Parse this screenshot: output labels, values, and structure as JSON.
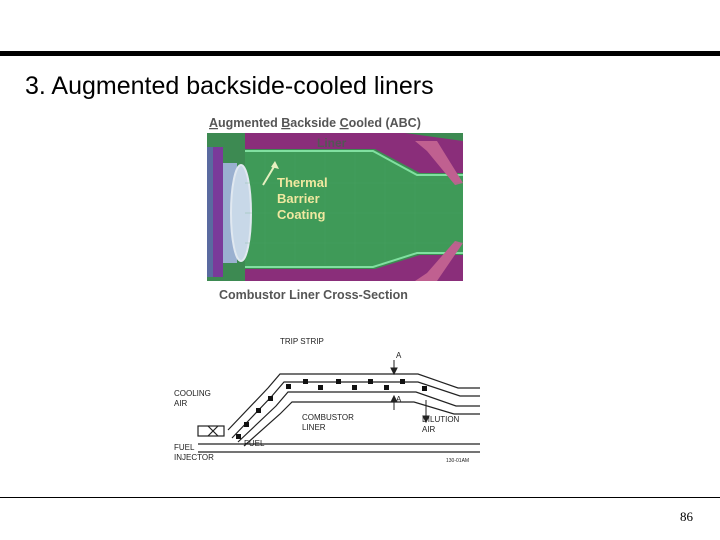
{
  "slide": {
    "title": "3. Augmented backside-cooled liners",
    "page_number": "86"
  },
  "figure_top": {
    "title_prefix_a": "A",
    "title_rest_a": "ugmented ",
    "title_prefix_b": "B",
    "title_rest_b": "ackside ",
    "title_prefix_c": "C",
    "title_rest_c": "ooled (ABC)",
    "liner_label": "Liner",
    "coating_line1": "Thermal",
    "coating_line2": "Barrier",
    "coating_line3": "Coating",
    "caption": "Combustor Liner Cross-Section"
  },
  "figure_bottom": {
    "trip_strip": "TRIP STRIP",
    "section_a_top": "A",
    "section_a_bottom": "A",
    "cooling_air_1": "COOLING",
    "cooling_air_2": "AIR",
    "combustor_liner_1": "COMBUSTOR",
    "combustor_liner_2": "LINER",
    "dilution_air_1": "DILUTION",
    "dilution_air_2": "AIR",
    "fuel_injector_1": "FUEL",
    "fuel_injector_2": "INJECTOR",
    "fuel": "FUEL",
    "code": "130-01AM"
  }
}
